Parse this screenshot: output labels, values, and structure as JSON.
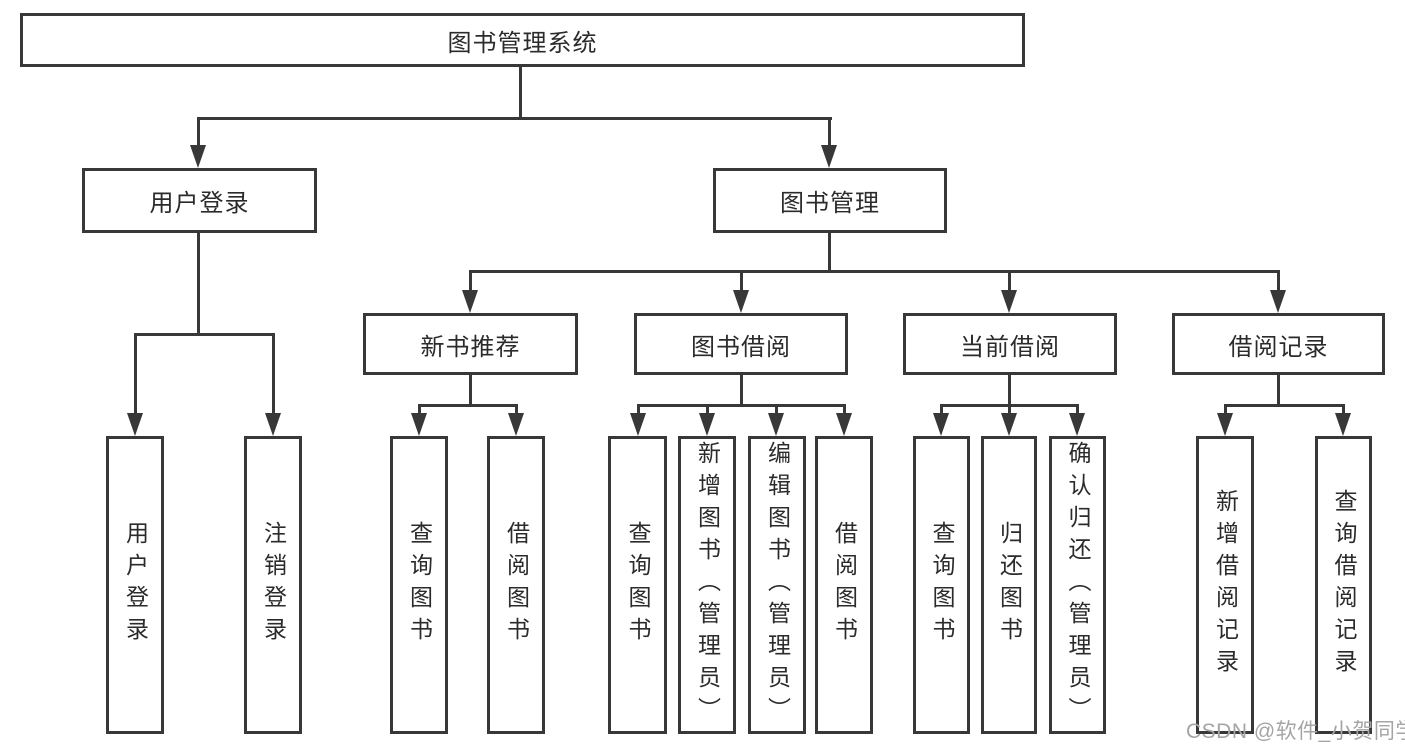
{
  "diagram": {
    "type": "hierarchy-chart",
    "nodes": {
      "root": "图书管理系统",
      "l2_user_login": "用户登录",
      "l2_book_management": "图书管理",
      "l3_new_book_recommend": "新书推荐",
      "l3_book_borrow": "图书借阅",
      "l3_current_borrow": "当前借阅",
      "l3_borrow_record": "借阅记录",
      "leaf_user_login": "用户登录",
      "leaf_logout": "注销登录",
      "leaf_nbr_query_books": "查询图书",
      "leaf_nbr_borrow_books": "借阅图书",
      "leaf_bb_query_books": "查询图书",
      "leaf_bb_add_books": "新增图书（管理员）",
      "leaf_bb_edit_books": "编辑图书（管理员）",
      "leaf_bb_borrow_books": "借阅图书",
      "leaf_cb_query_books": "查询图书",
      "leaf_cb_return_books": "归还图书",
      "leaf_cb_confirm_return": "确认归还（管理员）",
      "leaf_br_add_record": "新增借阅记录",
      "leaf_br_query_record": "查询借阅记录"
    },
    "edges": [
      [
        "图书管理系统",
        "用户登录"
      ],
      [
        "图书管理系统",
        "图书管理"
      ],
      [
        "用户登录",
        "用户登录(叶)"
      ],
      [
        "用户登录",
        "注销登录"
      ],
      [
        "图书管理",
        "新书推荐"
      ],
      [
        "图书管理",
        "图书借阅"
      ],
      [
        "图书管理",
        "当前借阅"
      ],
      [
        "图书管理",
        "借阅记录"
      ],
      [
        "新书推荐",
        "查询图书"
      ],
      [
        "新书推荐",
        "借阅图书"
      ],
      [
        "图书借阅",
        "查询图书"
      ],
      [
        "图书借阅",
        "新增图书（管理员）"
      ],
      [
        "图书借阅",
        "编辑图书（管理员）"
      ],
      [
        "图书借阅",
        "借阅图书"
      ],
      [
        "当前借阅",
        "查询图书"
      ],
      [
        "当前借阅",
        "归还图书"
      ],
      [
        "当前借阅",
        "确认归还（管理员）"
      ],
      [
        "借阅记录",
        "新增借阅记录"
      ],
      [
        "借阅记录",
        "查询借阅记录"
      ]
    ],
    "colors": {
      "line": "#383838",
      "box_border": "#383838",
      "box_fill": "#ffffff",
      "text": "#2b2b2b",
      "watermark": "#a5a5a5",
      "background": "#ffffff"
    }
  },
  "watermark": "CSDN @软件_小贺同学"
}
